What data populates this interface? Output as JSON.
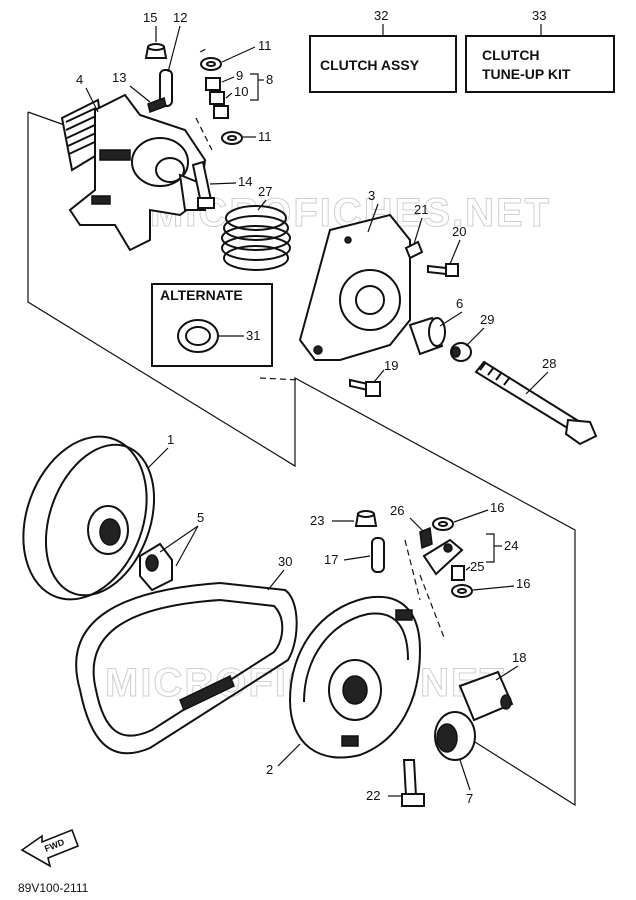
{
  "diagram": {
    "boxes": {
      "clutch_assy_number": "32",
      "clutch_assy_label": "CLUTCH ASSY",
      "tuneup_kit_number": "33",
      "tuneup_kit_label_line1": "CLUTCH",
      "tuneup_kit_label_line2": "TUNE-UP KIT",
      "alternate_label": "ALTERNATE",
      "alternate_part": "31"
    },
    "callouts": {
      "p1": "1",
      "p2": "2",
      "p3": "3",
      "p4": "4",
      "p5": "5",
      "p6": "6",
      "p7": "7",
      "p8": "8",
      "p9": "9",
      "p10": "10",
      "p11a": "11",
      "p11b": "11",
      "p12": "12",
      "p13": "13",
      "p14": "14",
      "p15": "15",
      "p16a": "16",
      "p16b": "16",
      "p17": "17",
      "p18": "18",
      "p19": "19",
      "p20": "20",
      "p21": "21",
      "p22": "22",
      "p23": "23",
      "p24": "24",
      "p25": "25",
      "p26": "26",
      "p27": "27",
      "p28": "28",
      "p29": "29",
      "p30": "30"
    },
    "fwd_label": "FWD",
    "diagram_code": "89V100-2111",
    "watermark": "MICROFICHES.NET"
  }
}
